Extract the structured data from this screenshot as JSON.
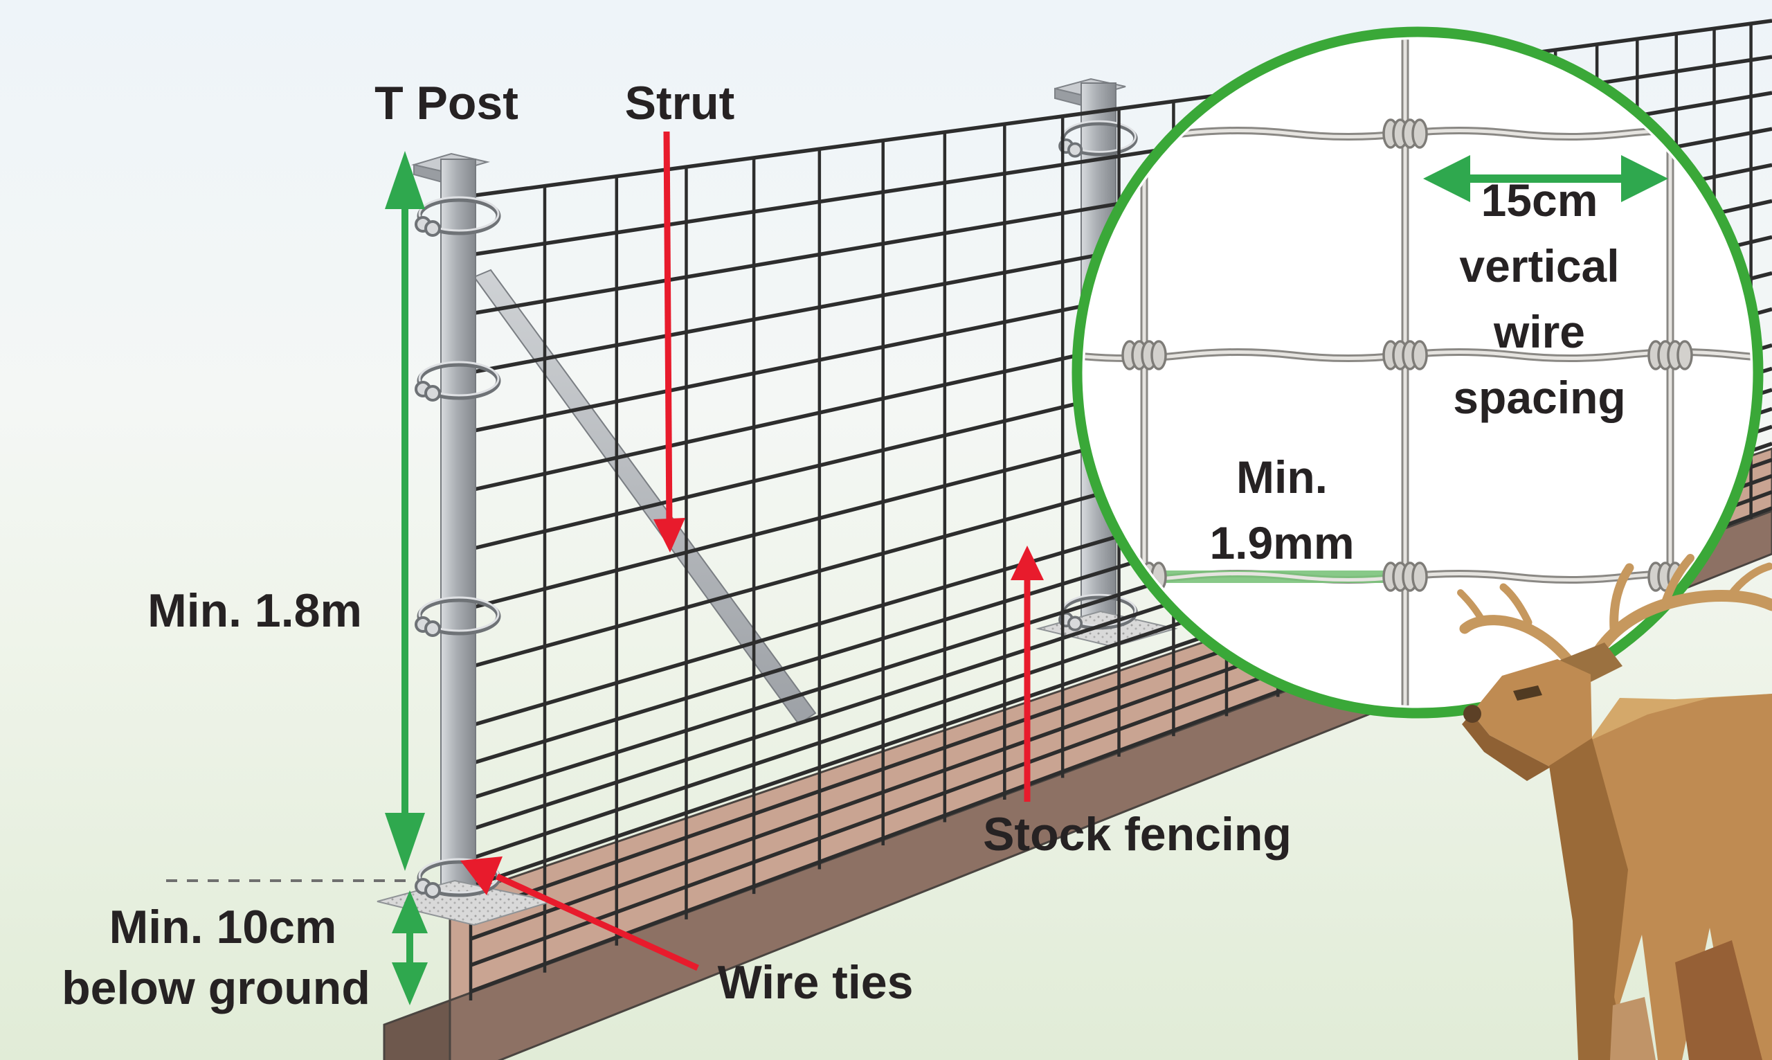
{
  "diagram": {
    "type": "deer-fence-installation-diagram",
    "labels": {
      "t_post": "T Post",
      "strut": "Strut",
      "min_height": "Min. 1.8m",
      "below_ground": {
        "line1": "Min. 10cm",
        "line2": "below ground"
      },
      "wire_ties": "Wire ties",
      "stock_fencing": "Stock fencing"
    },
    "inset": {
      "spacing": {
        "line1": "15cm",
        "line2": "vertical",
        "line3": "wire",
        "line4": "spacing"
      },
      "gauge": {
        "line1": "Min.",
        "line2": "1.9mm"
      }
    },
    "measurements": {
      "post_height": "1.8m",
      "buried_depth": "10cm",
      "vertical_wire_spacing": "15cm",
      "wire_gauge": "1.9mm"
    },
    "colors": {
      "measure_green": "#2fa84e",
      "pointer_red": "#e81b2c",
      "inset_ring_green": "#3aa838",
      "mesh_dark": "#2d2d2d",
      "text": "#262223",
      "post_gray": "#a9adb2",
      "board_tan": "#c9a492",
      "board_brown": "#8d7164",
      "board_dark": "#6e584d",
      "deer_tan": "#bf8b52",
      "deer_highlight": "#d4a86a",
      "deer_dark": "#9a6a38",
      "antler": "#c6985e",
      "sky": "#eef4f9",
      "grass": "#e2ecd8",
      "wire_green_highlight": "#7cc47c"
    }
  }
}
